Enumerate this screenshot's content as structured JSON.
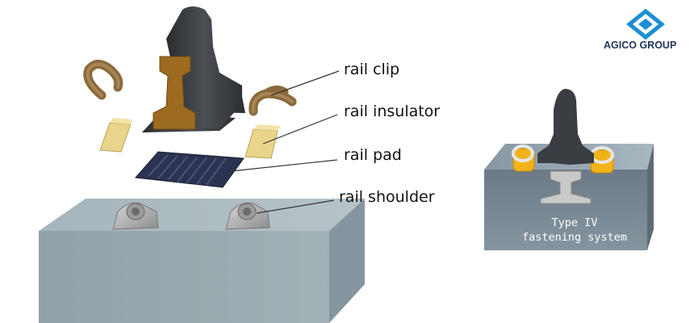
{
  "labels": {
    "rail_clip": "rail clip",
    "rail_insulator": "rail insulator",
    "rail_pad": "rail pad",
    "rail_shoulder": "rail shoulder"
  },
  "assembled_caption": {
    "line1": "Type IV",
    "line2": "fastening system"
  },
  "brand": {
    "name": "AGICO GROUP",
    "logo_color": "#1d8fd1"
  },
  "colors": {
    "sleeper_top": "#a9b9be",
    "sleeper_front": "#97a8ad",
    "rail_steel": "#3a3d42",
    "rail_core": "#9c6b1f",
    "clip_bronze": "#8a6a3c",
    "insulator": "#e8d48a",
    "pad": "#2c3350",
    "shoulder": "#b8b8b8",
    "clip_yellow": "#f2b21a"
  }
}
